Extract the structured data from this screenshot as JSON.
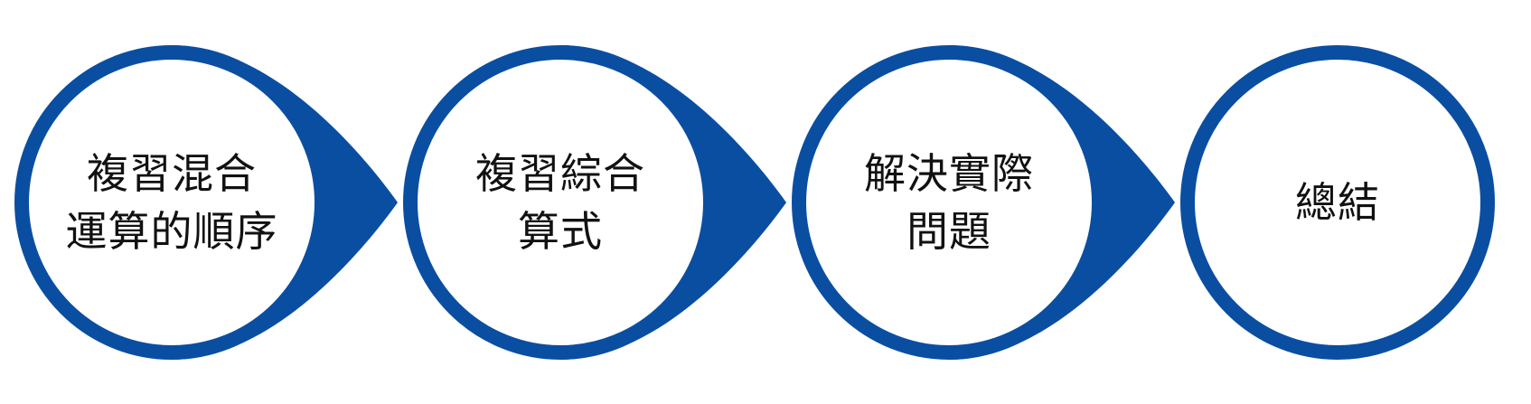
{
  "colors": {
    "accent": "#0a4ea2",
    "fill": "#ffffff",
    "text": "#111111"
  },
  "steps": [
    {
      "line1": "複習混合",
      "line2": "運算的順序",
      "arrow": true
    },
    {
      "line1": "複習綜合",
      "line2": "算式",
      "arrow": true
    },
    {
      "line1": "解決實際",
      "line2": "問題",
      "arrow": true
    },
    {
      "line1": "總結",
      "line2": "",
      "arrow": false
    }
  ]
}
